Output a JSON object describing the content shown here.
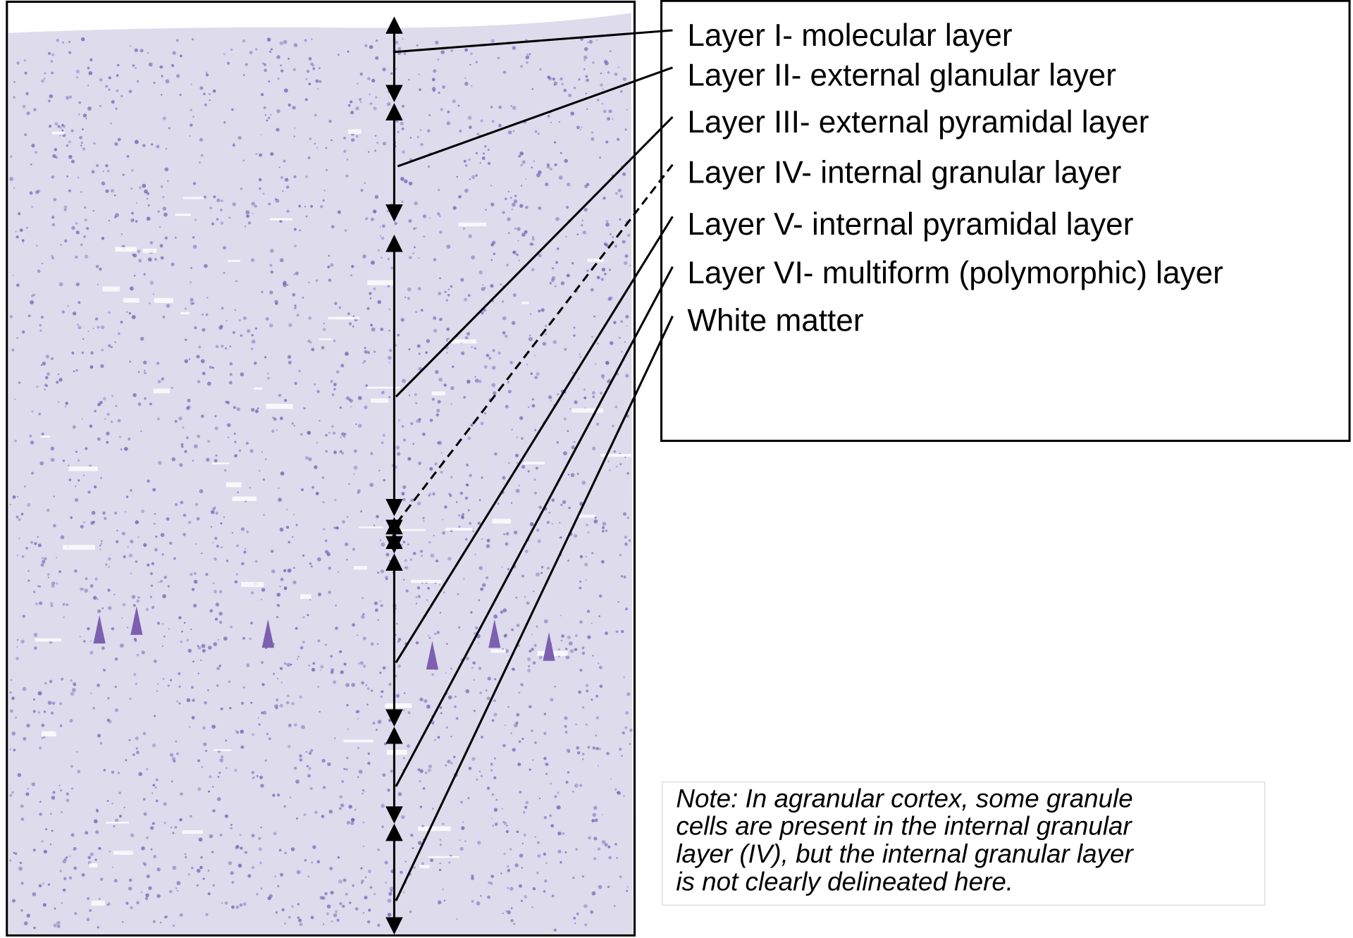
{
  "labels": [
    "Layer I- molecular layer",
    "Layer II- external glanular layer",
    "Layer III- external pyramidal layer",
    "Layer IV- internal granular layer",
    "Layer V- internal pyramidal layer",
    "Layer VI- multiform (polymorphic) layer",
    "White matter"
  ],
  "note": [
    "Note: In agranular cortex, some granule",
    "cells are present in the internal granular",
    "layer (IV), but the internal granular layer",
    "is not clearly delineated here."
  ],
  "colors": {
    "tissue": "#dcdbeb",
    "cells": "#6a5bb0",
    "line": "#000000"
  }
}
